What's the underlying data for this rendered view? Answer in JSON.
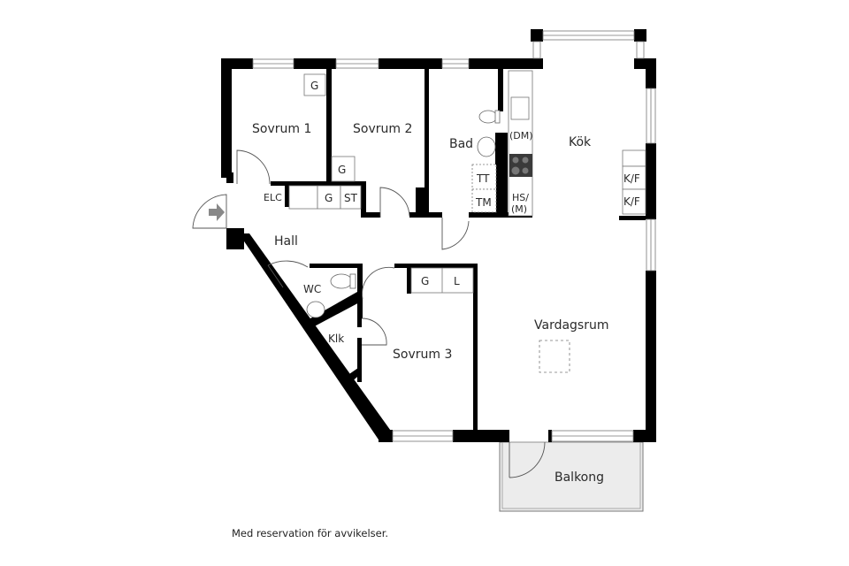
{
  "rooms": {
    "sovrum1": "Sovrum 1",
    "sovrum2": "Sovrum 2",
    "bad": "Bad",
    "kok": "Kök",
    "hall": "Hall",
    "wc": "WC",
    "klk": "Klk",
    "sovrum3": "Sovrum 3",
    "vardagsrum": "Vardagsrum",
    "balkong": "Balkong"
  },
  "fixtures": {
    "g_sovrum1": "G",
    "g_sovrum2": "G",
    "elc": "ELC",
    "g_hall": "G",
    "st": "ST",
    "tt": "TT",
    "tm": "TM",
    "dm": "(DM)",
    "hs_line1": "HS/",
    "hs_line2": "(M)",
    "kf1": "K/F",
    "kf2": "K/F",
    "g_sovrum3": "G",
    "l_sovrum3": "L"
  },
  "colors": {
    "wall": "#000000",
    "balcony_fill": "#ececec",
    "stove": "#3a3a3a",
    "entry_arrow": "#888888"
  },
  "disclaimer": "Med reservation för avvikelser."
}
